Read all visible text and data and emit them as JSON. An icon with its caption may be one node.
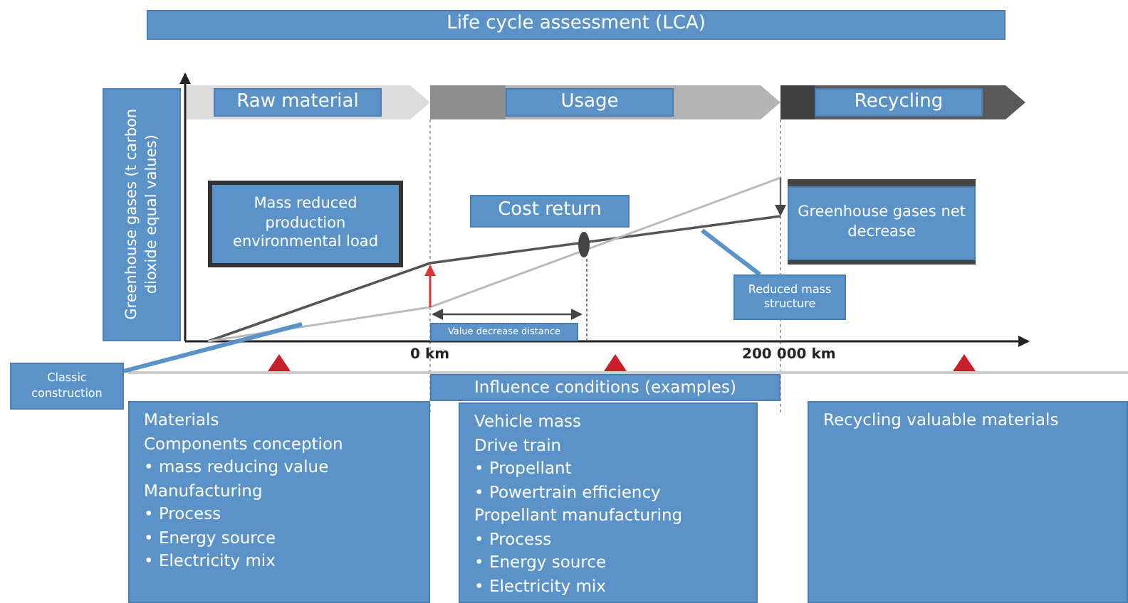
{
  "diagram": {
    "title": "Life cycle assessment (LCA)",
    "nodes": [
      {
        "text": [
          "Raw material"
        ]
      },
      {
        "text": [
          "Usage"
        ]
      },
      {
        "text": [
          "Recycling"
        ]
      },
      {
        "text": [
          "Greenhouse gases (t carbon dioxide equal values)"
        ]
      },
      {
        "text": [
          "Mass reduced production environmental load"
        ]
      },
      {
        "text": [
          "Cost return"
        ]
      },
      {
        "text": [
          "Greenhouse gases net decrease"
        ]
      },
      {
        "text": [
          "Value decrease distance"
        ]
      },
      {
        "text": [
          "Reduced mass structure"
        ]
      },
      {
        "text": [
          "Classic construction"
        ]
      },
      {
        "text": [
          "Influence conditions (examples)"
        ]
      },
      {
        "text": [
          "Materials",
          "Components conception",
          "• mass reducing value",
          "Manufacturing",
          "• Process",
          "• Energy source",
          "• Electricity mix"
        ]
      },
      {
        "text": [
          "Vehicle mass",
          "Drive train",
          "• Propellant",
          "• Powertrain efficiency",
          "Propellant manufacturing",
          "• Process",
          "• Energy source",
          "• Electricity mix"
        ]
      },
      {
        "text": [
          "Recycling valuable materials"
        ]
      }
    ],
    "edges": [
      {
        "from": 8,
        "to": null,
        "arrow": "none"
      },
      {
        "from": 9,
        "to": null,
        "arrow": "none"
      }
    ],
    "labels": [
      "0 km",
      "200 000 km"
    ]
  }
}
